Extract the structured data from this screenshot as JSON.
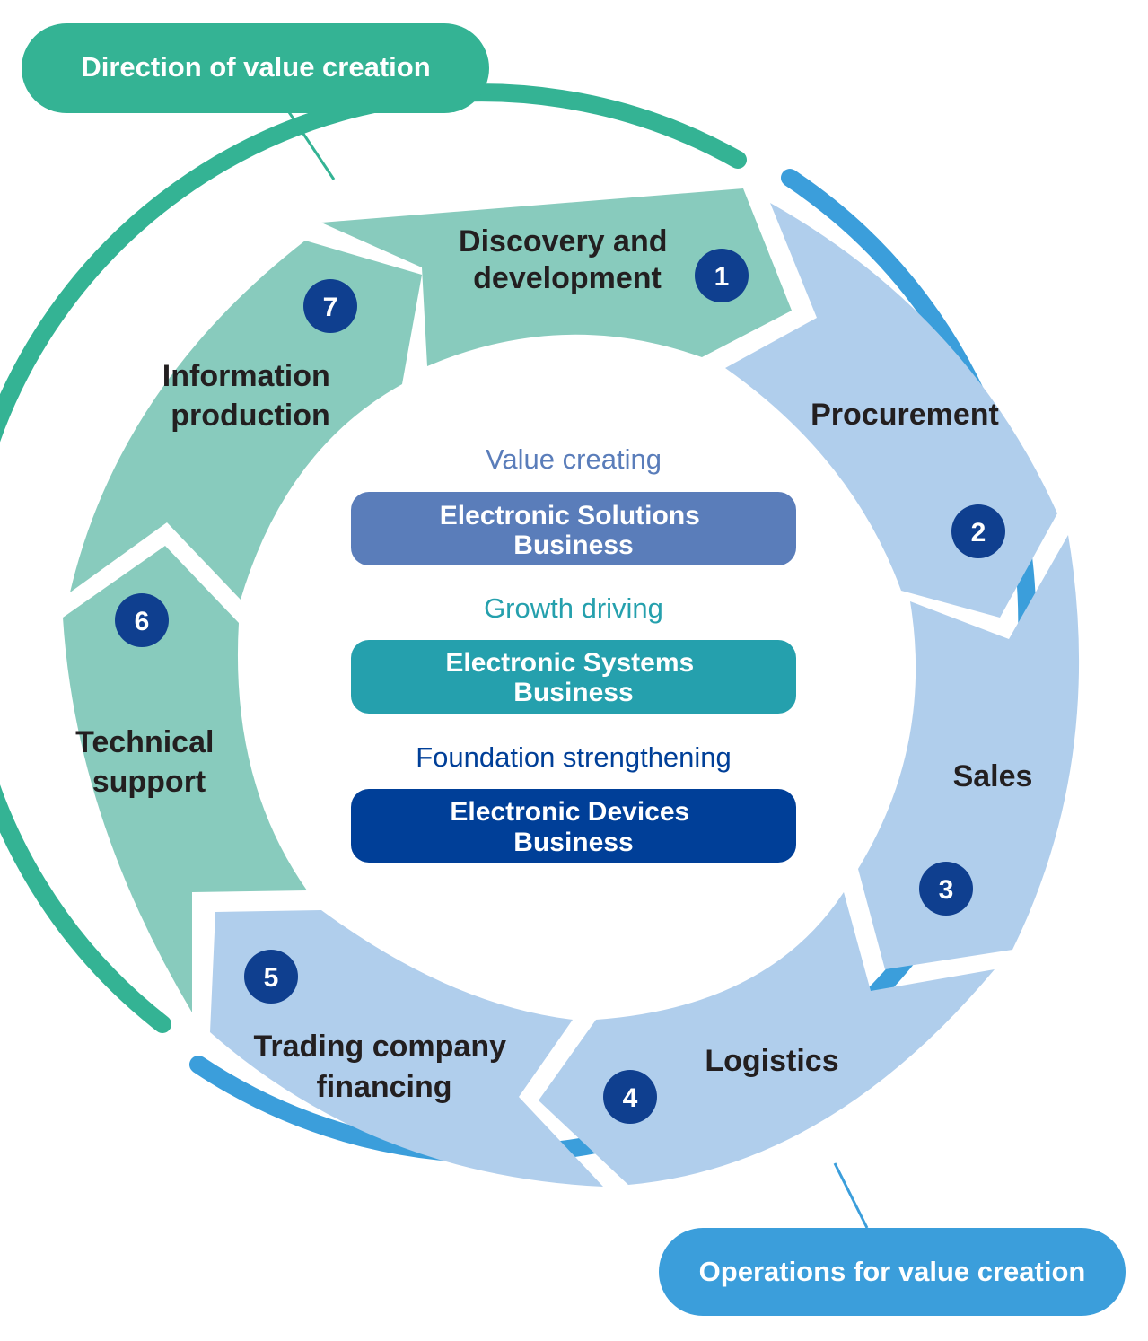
{
  "direction_label": "Direction of value creation",
  "operations_label": "Operations for value creation",
  "stages": [
    {
      "number": "1",
      "line1": "Discovery and",
      "line2": "development"
    },
    {
      "number": "2",
      "line1": "Procurement",
      "line2": ""
    },
    {
      "number": "3",
      "line1": "Sales",
      "line2": ""
    },
    {
      "number": "4",
      "line1": "Logistics",
      "line2": ""
    },
    {
      "number": "5",
      "line1": "Trading company",
      "line2": "financing"
    },
    {
      "number": "6",
      "line1": "Technical",
      "line2": "support"
    },
    {
      "number": "7",
      "line1": "Information",
      "line2": "production"
    }
  ],
  "businesses": [
    {
      "category": "Value creating",
      "line1": "Electronic Solutions",
      "line2": "Business"
    },
    {
      "category": "Growth driving",
      "line1": "Electronic Systems",
      "line2": "Business"
    },
    {
      "category": "Foundation strengthening",
      "line1": "Electronic Devices",
      "line2": "Business"
    }
  ],
  "colors": {
    "green_arc": "#34b394",
    "blue_arc": "#3b9edb",
    "green_segment": "#88cbbd",
    "blue_segment": "#b0ceec",
    "number_badge": "#0f3f8f",
    "value_creating": "#5a7dba",
    "growth_driving": "#25a0ad",
    "foundation_strengthening": "#003f98",
    "value_creating_text": "#5a7dba",
    "growth_driving_text": "#25a0ad",
    "foundation_text": "#003f98"
  }
}
